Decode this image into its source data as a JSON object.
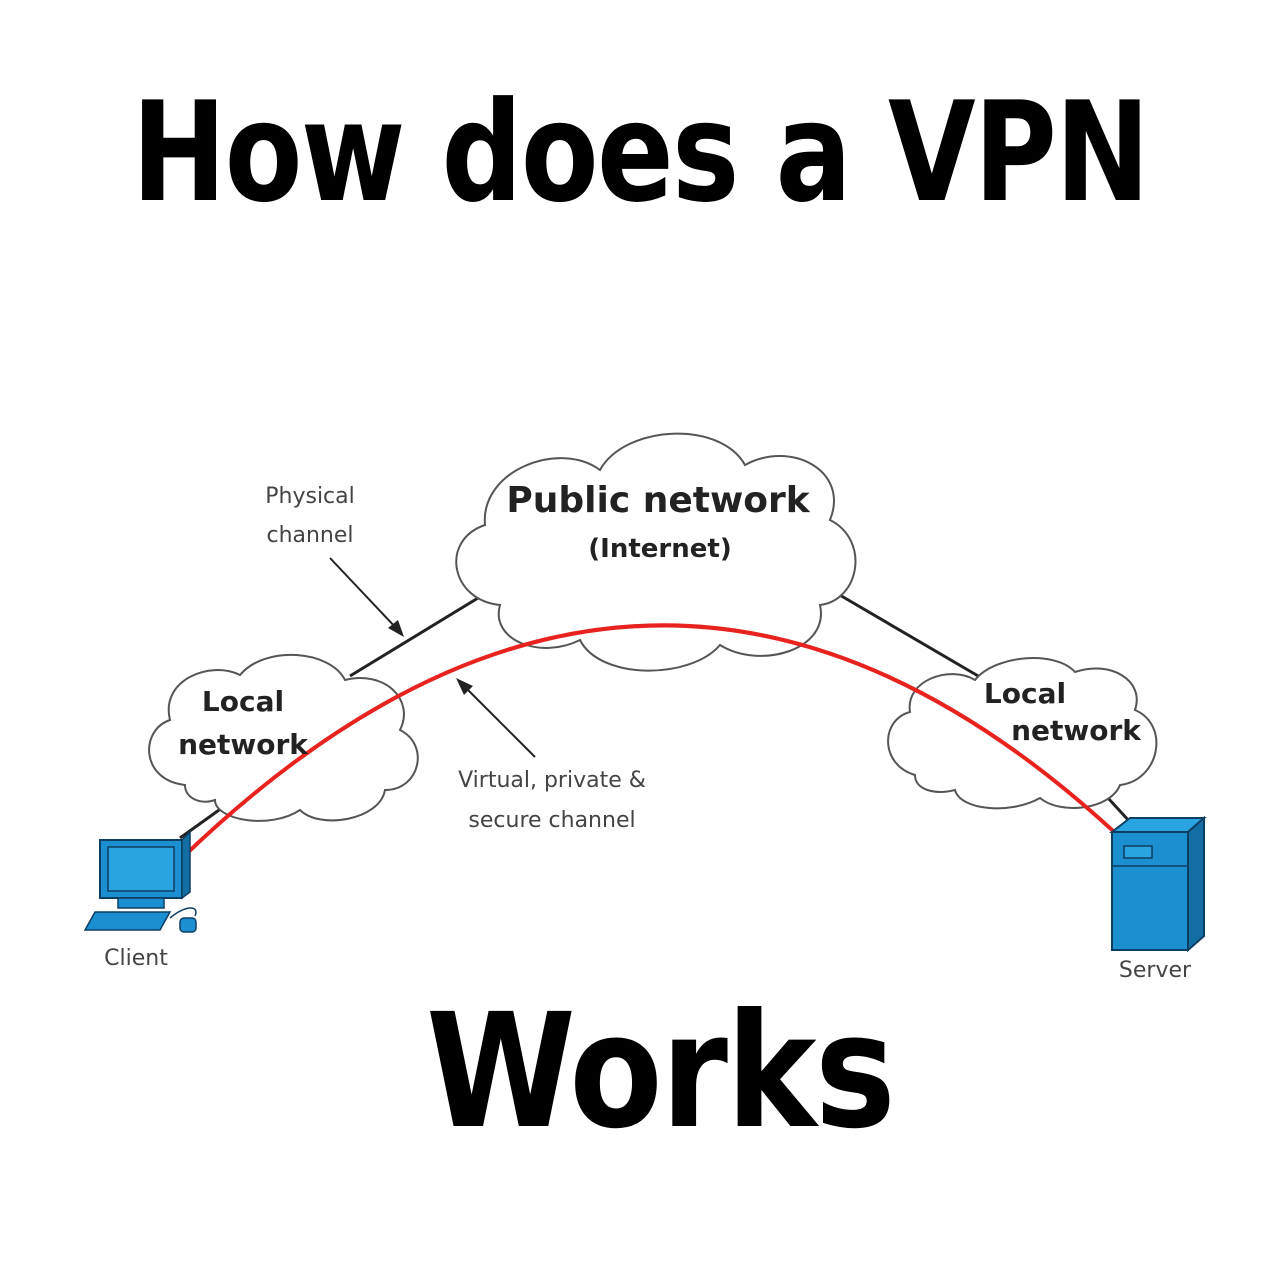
{
  "title": {
    "line1": "How does a VPN",
    "line2": "Works"
  },
  "diagram": {
    "public_network": {
      "label": "Public network",
      "sublabel": "(Internet)"
    },
    "local_network_left": {
      "line1": "Local",
      "line2": "network"
    },
    "local_network_right": {
      "line1": "Local",
      "line2": "network"
    },
    "physical_channel": {
      "line1": "Physical",
      "line2": "channel"
    },
    "virtual_channel": {
      "line1": "Virtual, private &",
      "line2": "secure channel"
    },
    "client": {
      "label": "Client",
      "icon": "computer-icon"
    },
    "server": {
      "label": "Server",
      "icon": "server-icon"
    },
    "colors": {
      "tunnel": "#e8231f",
      "device_fill": "#1b8fd0",
      "device_stroke": "#0d3f63",
      "line": "#222222"
    }
  }
}
